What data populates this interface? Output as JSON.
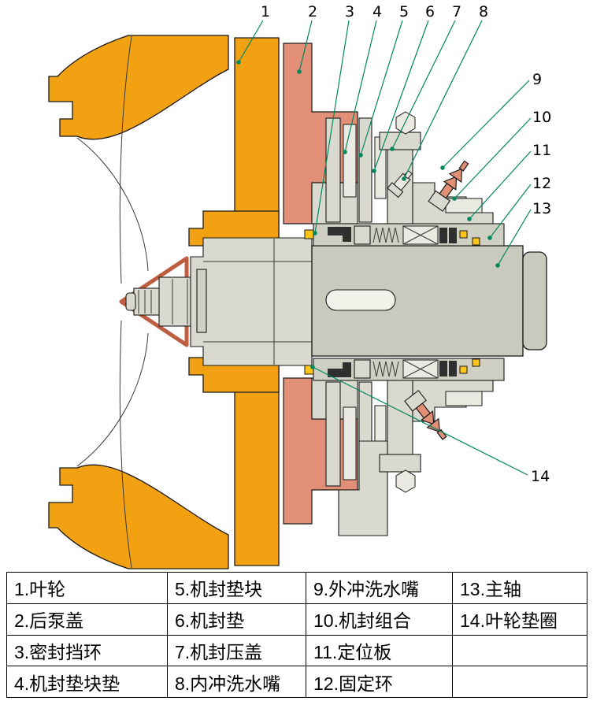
{
  "figure": {
    "callouts": [
      {
        "num": "1"
      },
      {
        "num": "2"
      },
      {
        "num": "3"
      },
      {
        "num": "4"
      },
      {
        "num": "5"
      },
      {
        "num": "6"
      },
      {
        "num": "7"
      },
      {
        "num": "8"
      },
      {
        "num": "9"
      },
      {
        "num": "10"
      },
      {
        "num": "11"
      },
      {
        "num": "12"
      },
      {
        "num": "13"
      },
      {
        "num": "14"
      }
    ],
    "colors": {
      "casing_orange": "#F2A112",
      "cover_salmon": "#E18F77",
      "metal_gray": "#DAD9CF",
      "shaft_gray": "#C9C9BD",
      "gasket_yellow": "#FFC419",
      "leader_green": "#00875B"
    }
  },
  "legend": {
    "rows": [
      [
        "1.叶轮",
        "5.机封垫块",
        "9.外冲洗水嘴",
        "13.主轴"
      ],
      [
        "2.后泵盖",
        "6.机封垫",
        "10.机封组合",
        "14.叶轮垫圈"
      ],
      [
        "3.密封挡环",
        "7.机封压盖",
        "11.定位板",
        ""
      ],
      [
        "4.机封垫块垫",
        "8.内冲洗水嘴",
        "12.固定环",
        ""
      ]
    ]
  }
}
